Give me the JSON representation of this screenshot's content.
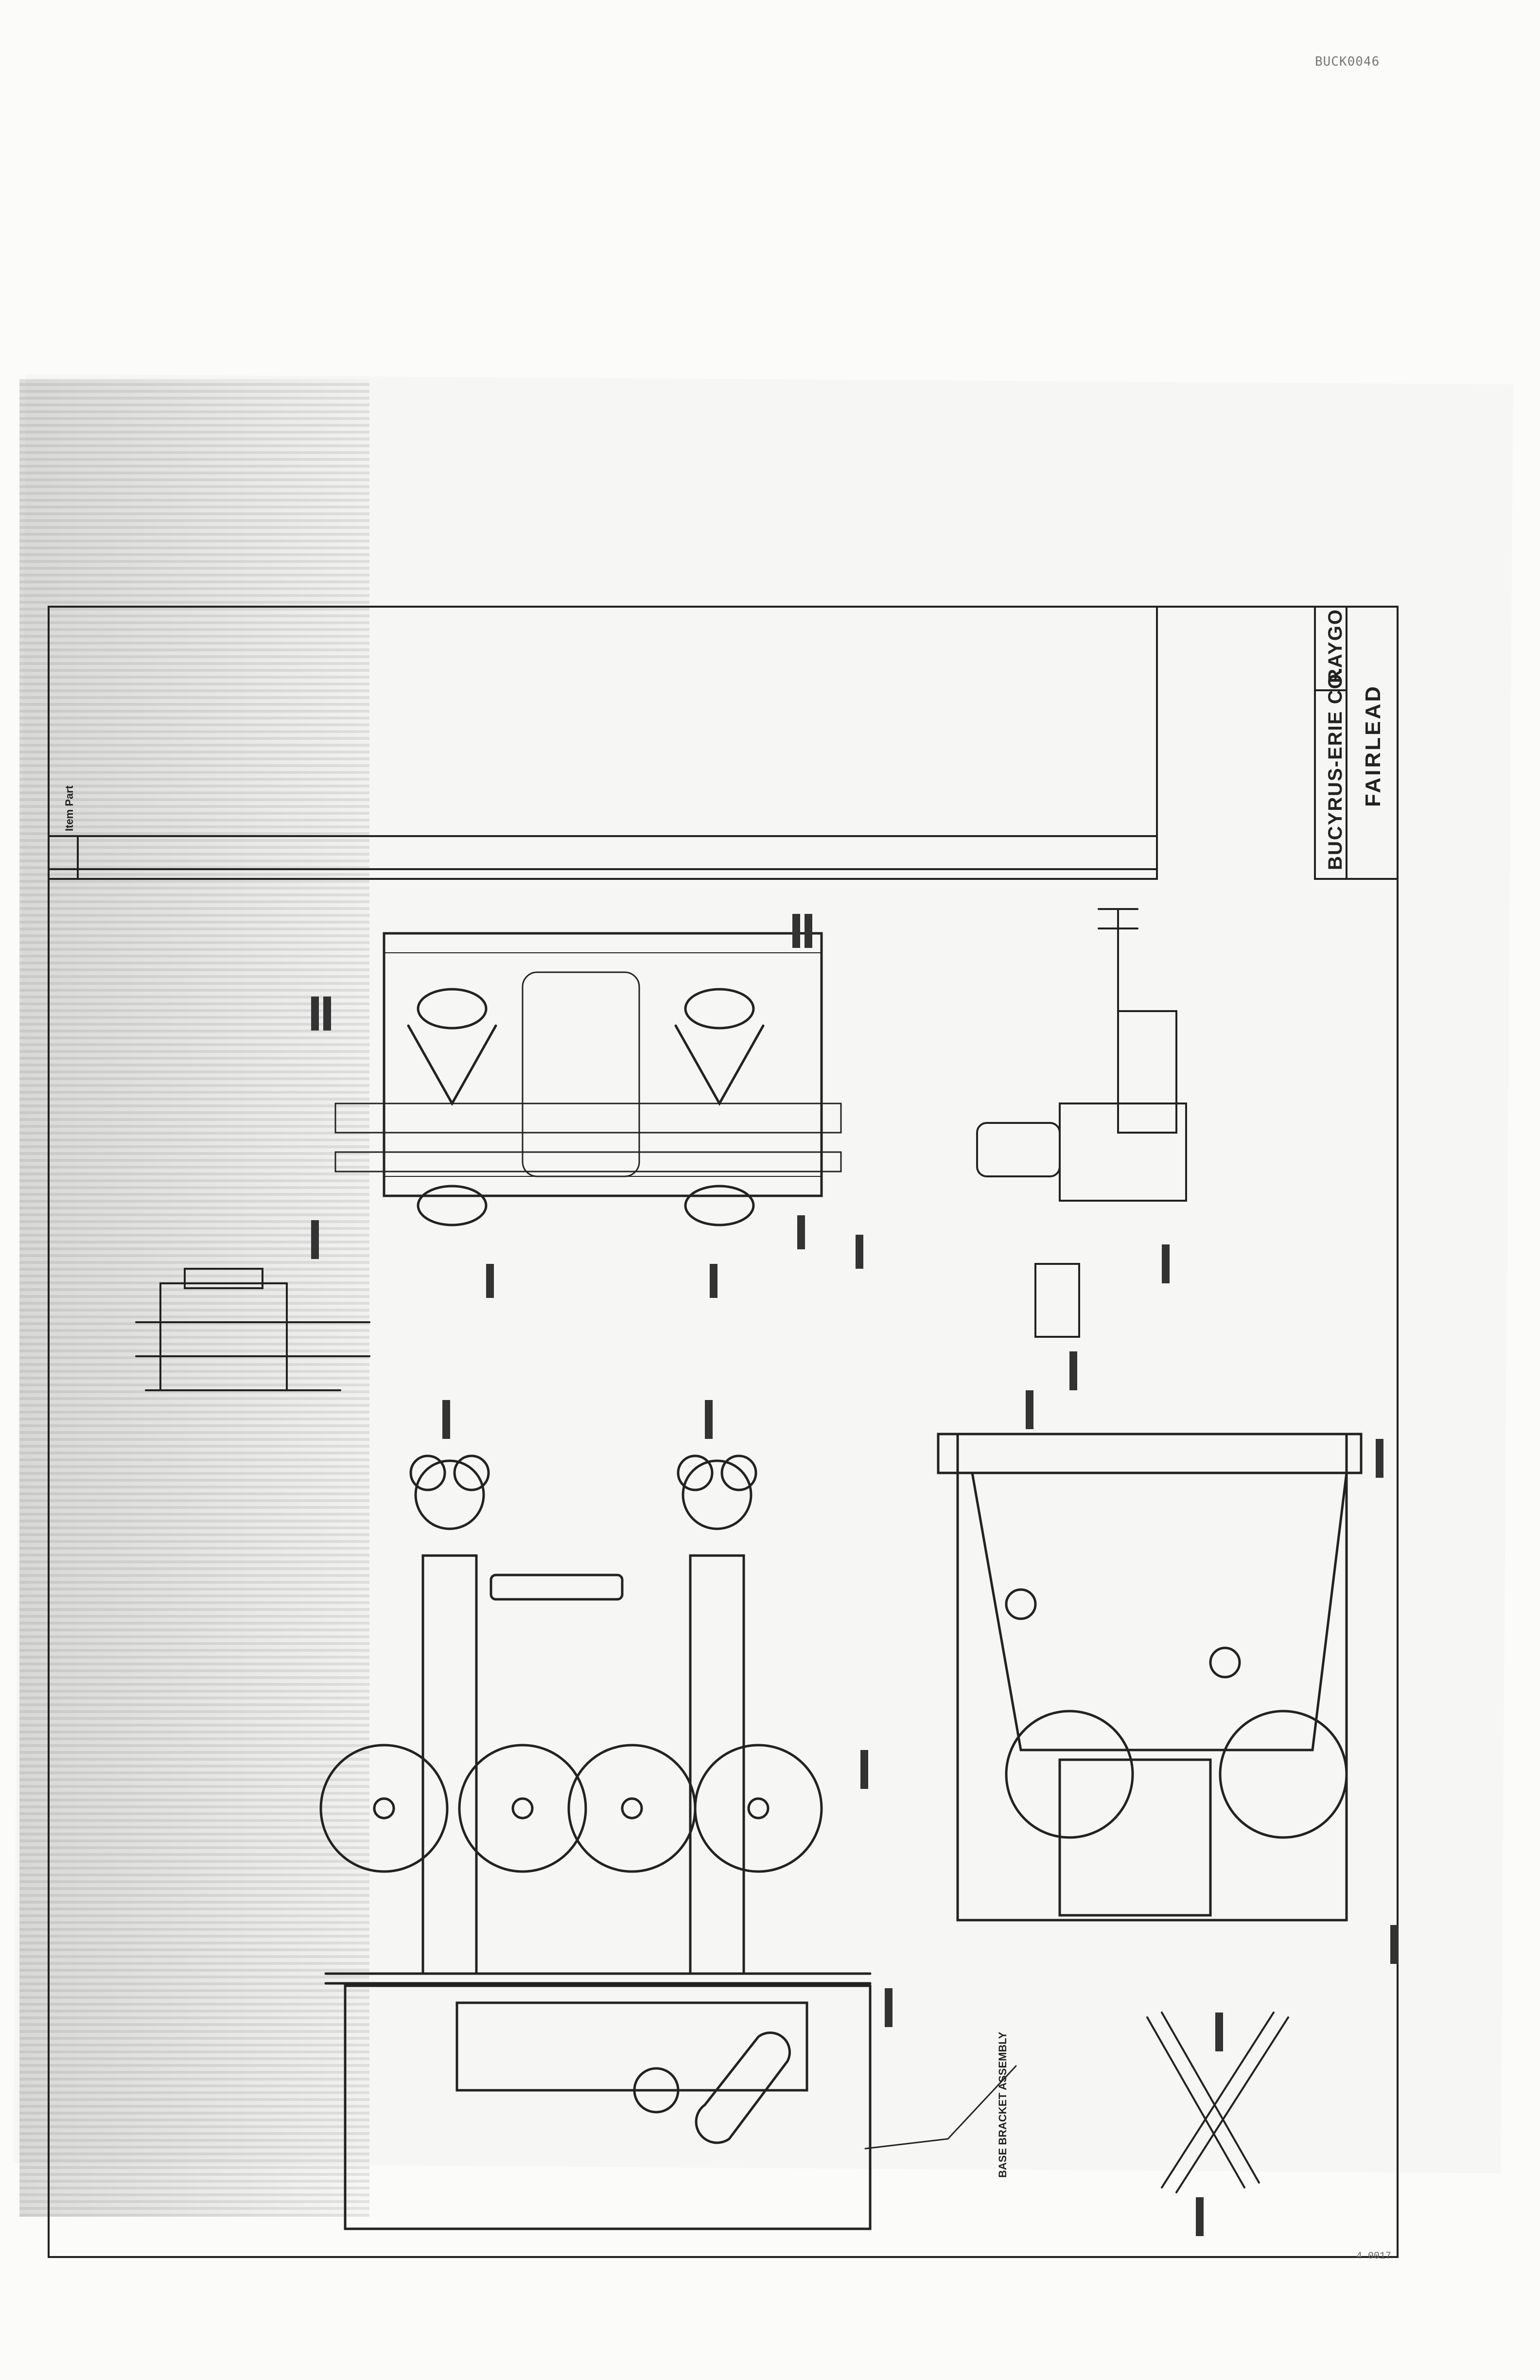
{
  "header": {
    "doc_id": "BUCK0046"
  },
  "title_block": {
    "company": "BUCYRUS-ERIE CO.",
    "model": "RAYGO",
    "title": "FAIRLEAD"
  },
  "parts_table": {
    "header": "Item  Part"
  },
  "view_labels": {
    "base_bracket": "BASE BRACKET ASSEMBLY"
  },
  "footer": {
    "sheet_note": "4 0017"
  }
}
